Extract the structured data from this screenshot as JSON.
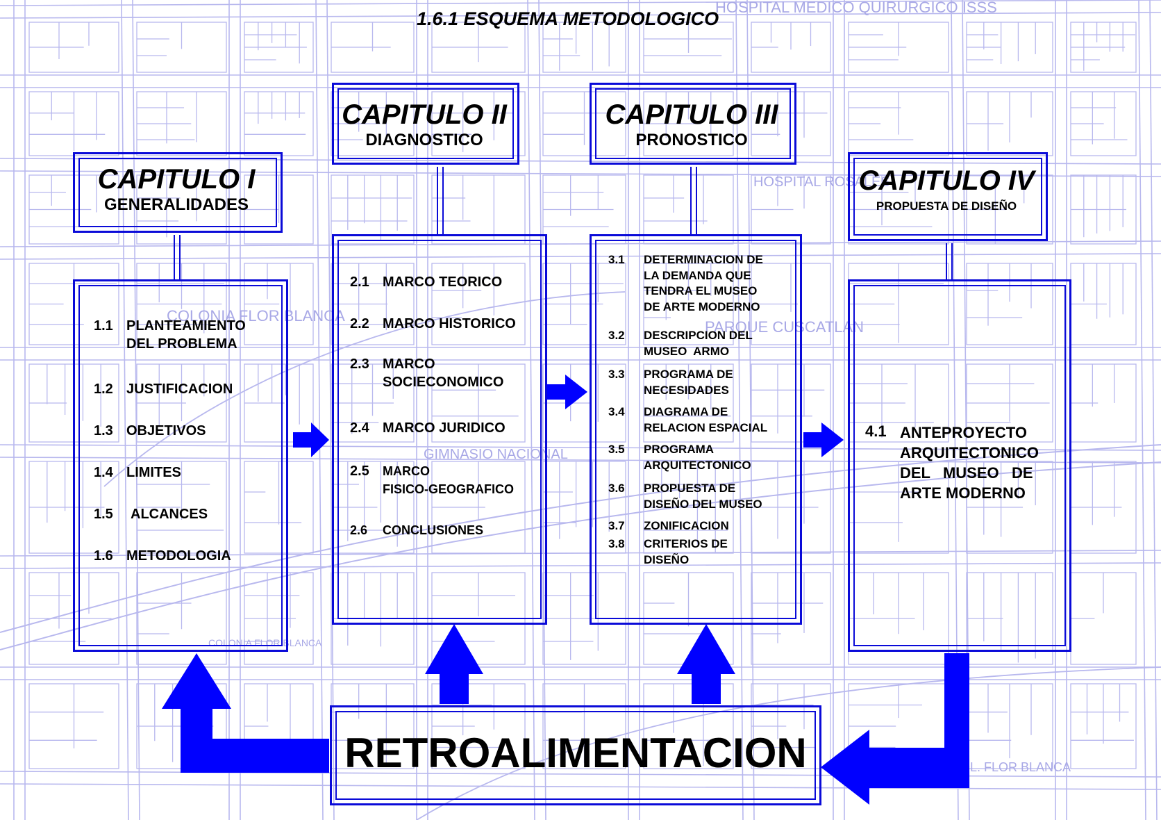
{
  "title": "1.6.1   ESQUEMA METODOLOGICO",
  "colors": {
    "frame": "#0a0ad8",
    "arrow": "#0000ff",
    "map": "#b8b8ee"
  },
  "chapters": [
    {
      "heading": "CAPITULO I",
      "subtitle": "GENERALIDADES",
      "items": [
        {
          "num": "1.1",
          "text": "PLANTEAMIENTO\nDEL PROBLEMA"
        },
        {
          "num": "1.2",
          "text": "JUSTIFICACION"
        },
        {
          "num": "1.3",
          "text": "OBJETIVOS"
        },
        {
          "num": "1.4",
          "text": "LIMITES"
        },
        {
          "num": "1.5",
          "text": "ALCANCES"
        },
        {
          "num": "1.6",
          "text": "METODOLOGIA"
        }
      ]
    },
    {
      "heading": "CAPITULO II",
      "subtitle": "DIAGNOSTICO",
      "items": [
        {
          "num": "2.1",
          "text": "MARCO TEORICO"
        },
        {
          "num": "2.2",
          "text": "MARCO HISTORICO"
        },
        {
          "num": "2.3",
          "text": "MARCO\nSOCIECONOMICO"
        },
        {
          "num": "2.4",
          "text": "MARCO JURIDICO"
        },
        {
          "num": "2.5",
          "text": "MARCO\nFISICO-GEOGRAFICO"
        },
        {
          "num": "2.6",
          "text": "CONCLUSIONES"
        }
      ]
    },
    {
      "heading": "CAPITULO III",
      "subtitle": "PRONOSTICO",
      "items": [
        {
          "num": "3.1",
          "text": "DETERMINACION DE\nLA DEMANDA QUE\nTENDRA EL MUSEO\nDE ARTE MODERNO"
        },
        {
          "num": "3.2",
          "text": "DESCRIPCION DEL\nMUSEO  ARMO"
        },
        {
          "num": "3.3",
          "text": "PROGRAMA DE\nNECESIDADES"
        },
        {
          "num": "3.4",
          "text": "DIAGRAMA DE\nRELACION ESPACIAL"
        },
        {
          "num": "3.5",
          "text": "PROGRAMA\nARQUITECTONICO"
        },
        {
          "num": "3.6",
          "text": "PROPUESTA DE\nDISEÑO DEL MUSEO"
        },
        {
          "num": "3.7",
          "text": "ZONIFICACION"
        },
        {
          "num": "3.8",
          "text": "CRITERIOS DE\nDISEÑO"
        }
      ]
    },
    {
      "heading": "CAPITULO IV",
      "subtitle": "PROPUESTA DE DISEÑO",
      "items": [
        {
          "num": "4.1",
          "text": "ANTEPROYECTO\nARQUITECTONICO\nDEL   MUSEO   DE\nARTE MODERNO"
        }
      ]
    }
  ],
  "feedback": "RETROALIMENTACION",
  "map_labels": [
    "HOSPITAL MEDICO QUIRURGICO ISSS",
    "HOSPITAL ROSALES",
    "COLONIA FLOR BLANCA",
    "PARQUE CUSCATLAN",
    "GIMNASIO NACIONAL",
    "COL. FLOR BLANCA",
    "COLONIA FLOR BLANCA"
  ]
}
